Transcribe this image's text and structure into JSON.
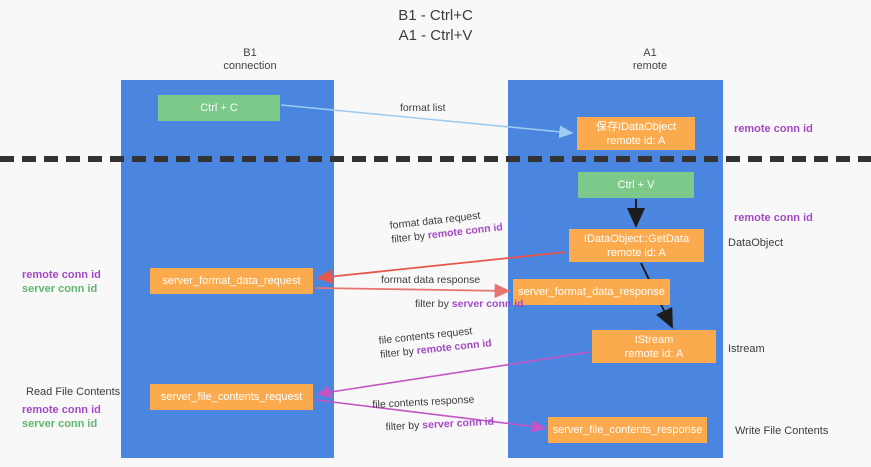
{
  "title": {
    "line1": "B1 - Ctrl+C",
    "line2": "A1 - Ctrl+V"
  },
  "lanes": [
    {
      "id": "b1",
      "name": "B1",
      "role": "connection"
    },
    {
      "id": "a1",
      "name": "A1",
      "role": "remote"
    }
  ],
  "nodes": {
    "ctrl_c": {
      "label": "Ctrl + C",
      "sub": "",
      "color": "#7dc98a"
    },
    "save_dataobj": {
      "label": "保存IDataObject",
      "sub": "remote id: A",
      "color": "#fbab4e"
    },
    "ctrl_v": {
      "label": "Ctrl + V",
      "sub": "",
      "color": "#7dc98a"
    },
    "getdata": {
      "label": "IDataObject::GetData",
      "sub": "remote id: A",
      "color": "#fbab4e"
    },
    "fmt_request": {
      "label": "server_format_data_request",
      "sub": "",
      "color": "#fbab4e"
    },
    "fmt_response": {
      "label": "server_format_data_response",
      "sub": "",
      "color": "#fbab4e"
    },
    "istream": {
      "label": "IStream",
      "sub": "remote id: A",
      "color": "#fbab4e"
    },
    "file_request": {
      "label": "server_file_contents_request",
      "sub": "",
      "color": "#fbab4e"
    },
    "file_response": {
      "label": "server_file_contents_response",
      "sub": "",
      "color": "#fbab4e"
    }
  },
  "edges": {
    "format_list": {
      "text": "format list",
      "color": "#9ecbf0"
    },
    "format_data_request": {
      "text": "format data request",
      "filter_prefix": "filter by ",
      "filter_key": "remote conn id",
      "color": "#e8574b"
    },
    "format_data_response": {
      "text": "format data response",
      "filter_prefix": "filter by ",
      "filter_key": "server conn id",
      "color": "#e8766e"
    },
    "file_contents_request": {
      "text": "file contents request",
      "filter_prefix": "filter by ",
      "filter_key": "remote conn id",
      "color": "#c455c4"
    },
    "file_contents_response": {
      "text": "file contents response",
      "filter_prefix": "filter by ",
      "filter_key": "server conn id",
      "color": "#c455c4"
    }
  },
  "annotations": {
    "remote_conn_id": "remote conn id",
    "server_conn_id": "server conn id",
    "data_object": "DataObject",
    "istream": "Istream",
    "read_file_contents": "Read File Contents",
    "write_file_contents": "Write File Contents"
  },
  "colors": {
    "lane": "#4a86e0",
    "node_green": "#7dc98a",
    "node_orange": "#fbab4e",
    "purple": "#a44ac4",
    "green_text": "#5fb86f",
    "background": "#f8f8f8",
    "divider": "#333333"
  }
}
